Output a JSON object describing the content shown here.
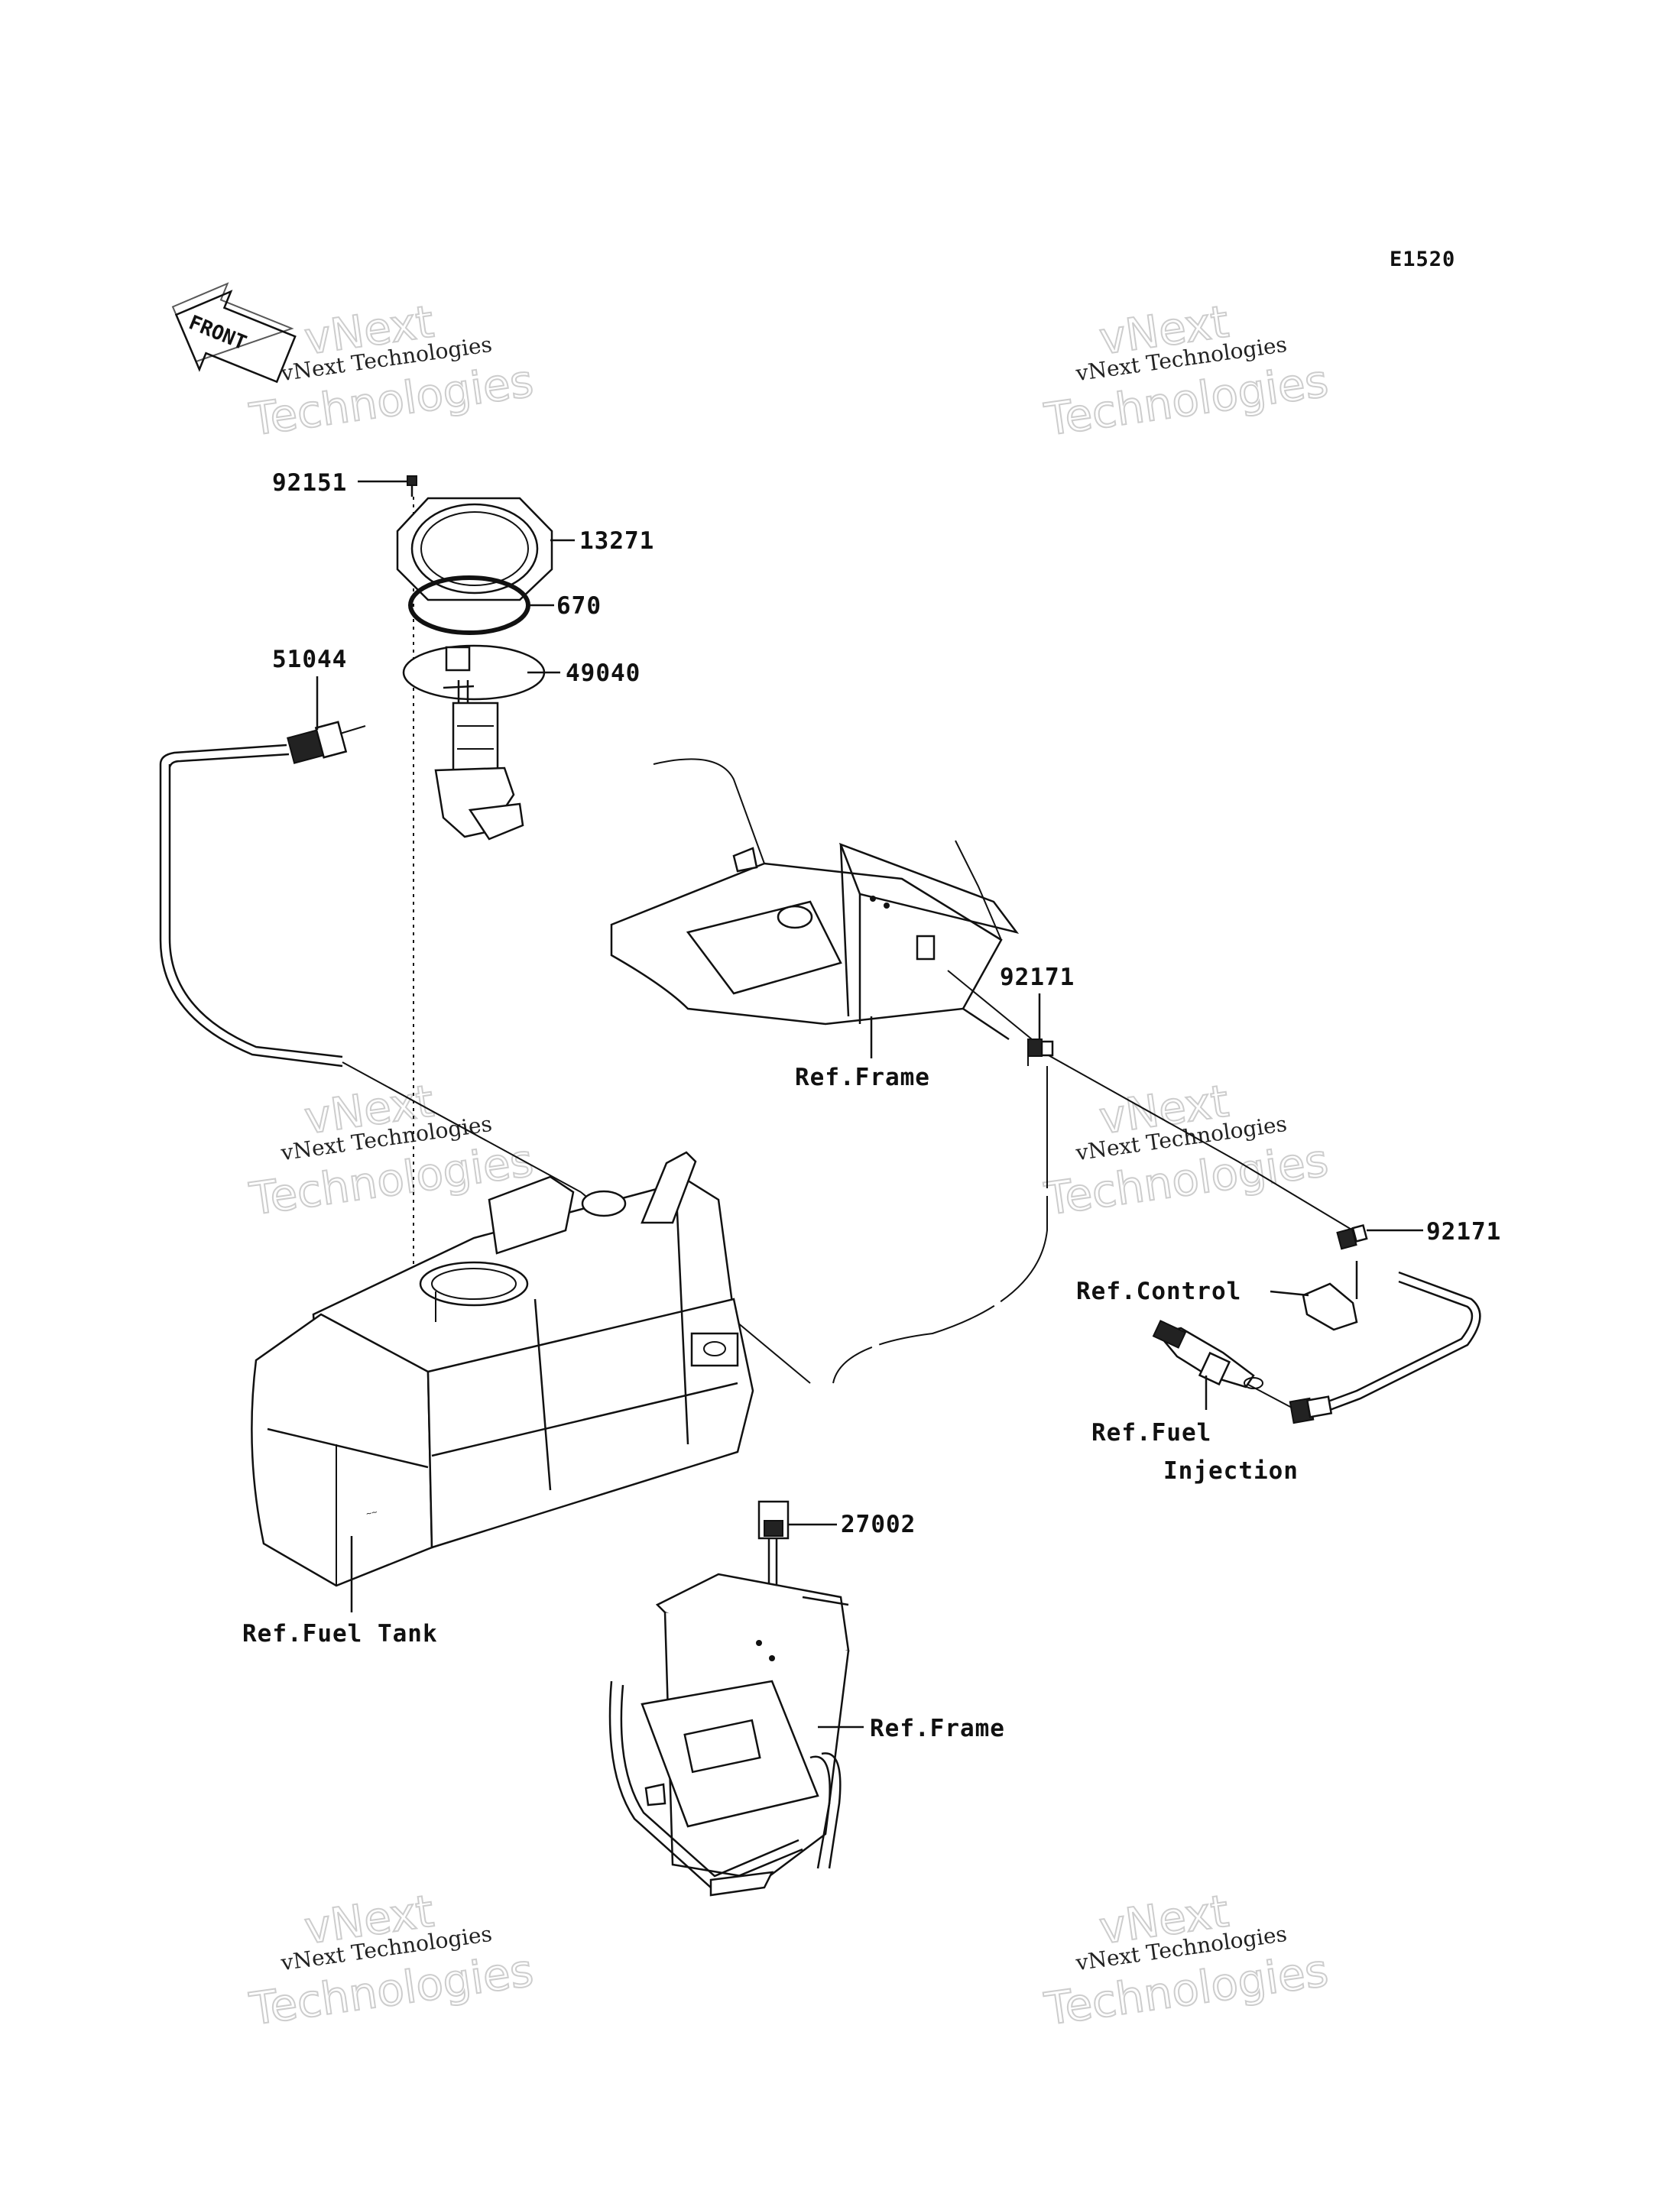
{
  "diagram_code": "E1520",
  "front_label": "FRONT",
  "watermark": {
    "line1": "vNext",
    "line2": "vNext Technologies",
    "line3": "Technologies"
  },
  "callouts": {
    "p92151": "92151",
    "p13271": "13271",
    "p670": "670",
    "p51044": "51044",
    "p49040": "49040",
    "p92171_a": "92171",
    "p92171_b": "92171",
    "p27002": "27002"
  },
  "references": {
    "frame_top": "Ref.Frame",
    "frame_bottom": "Ref.Frame",
    "control": "Ref.Control",
    "fuel_injection_1": "Ref.Fuel",
    "fuel_injection_2": "Injection",
    "fuel_tank": "Ref.Fuel Tank"
  }
}
